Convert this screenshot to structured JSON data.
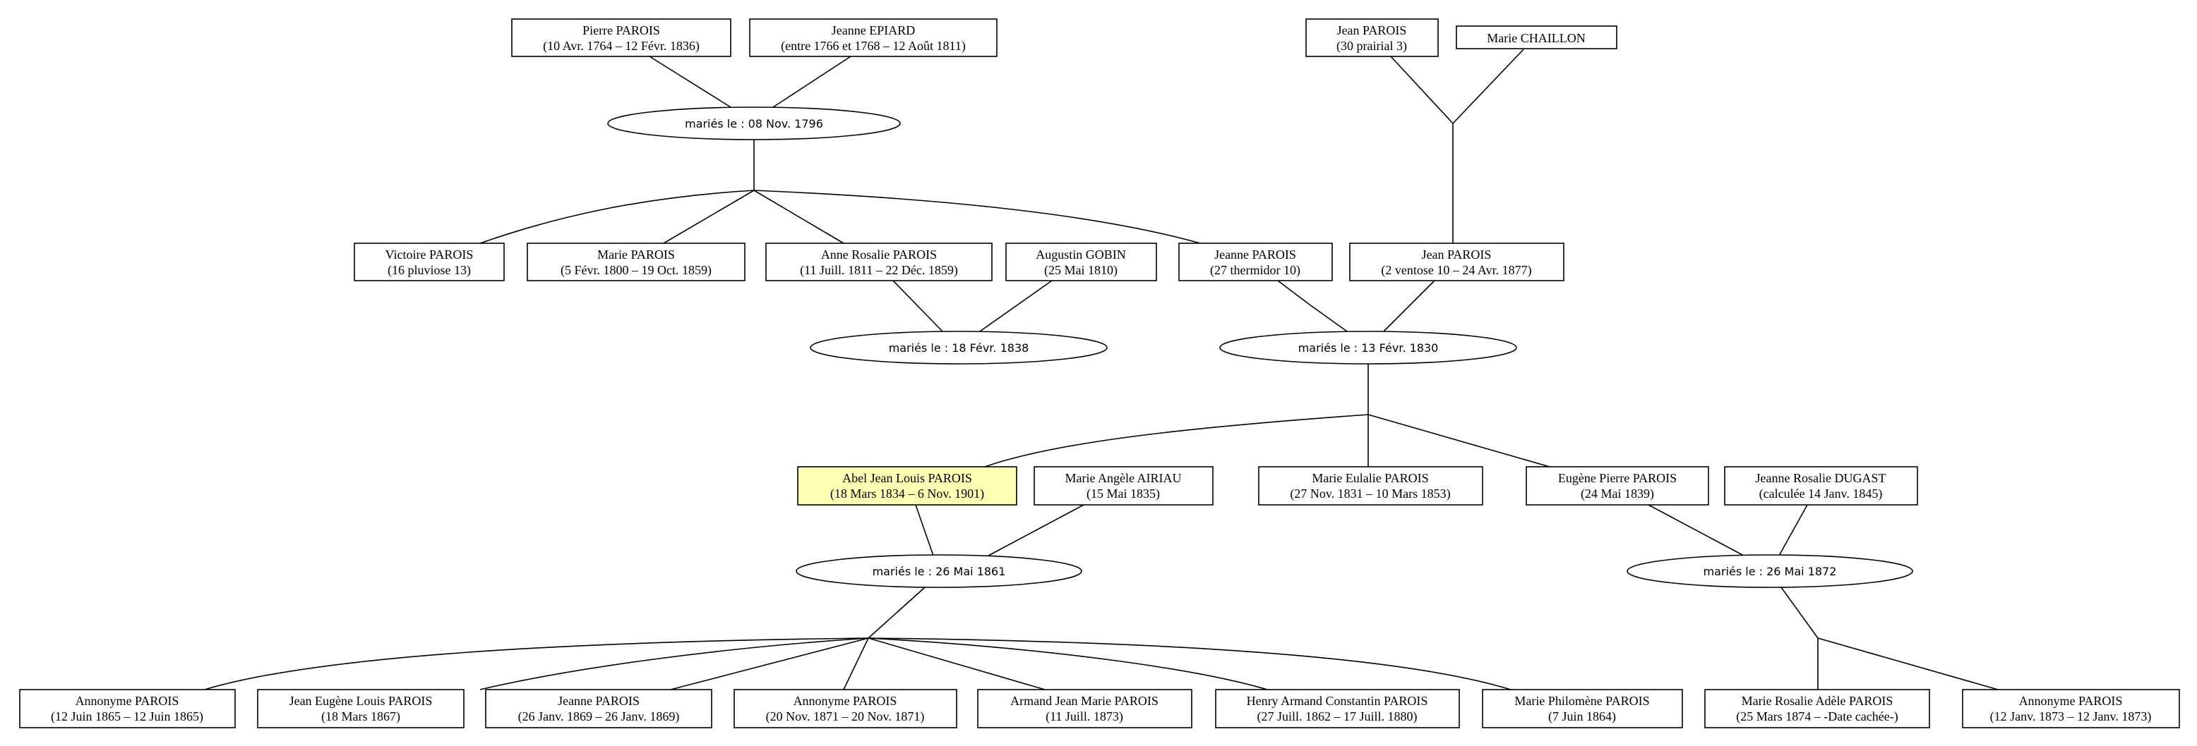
{
  "persons": {
    "pierre": {
      "name": "Pierre PAROIS",
      "dates": "(10 Avr. 1764 – 12 Févr. 1836)"
    },
    "jeanne_epiard": {
      "name": "Jeanne EPIARD",
      "dates": "(entre 1766 et 1768 – 12 Août 1811)"
    },
    "jean_sr": {
      "name": "Jean PAROIS",
      "dates": "(30 prairial 3)"
    },
    "marie_chaillon": {
      "name": "Marie CHAILLON",
      "dates": ""
    },
    "victoire": {
      "name": "Victoire PAROIS",
      "dates": "(16 pluviose 13)"
    },
    "marie_p": {
      "name": "Marie PAROIS",
      "dates": "(5 Févr. 1800 – 19 Oct. 1859)"
    },
    "anne_rosalie": {
      "name": "Anne Rosalie PAROIS",
      "dates": "(11 Juill. 1811 – 22 Déc. 1859)"
    },
    "augustin": {
      "name": "Augustin GOBIN",
      "dates": "(25 Mai 1810)"
    },
    "jeanne_p": {
      "name": "Jeanne PAROIS",
      "dates": "(27 thermidor 10)"
    },
    "jean_jr": {
      "name": "Jean PAROIS",
      "dates": "(2 ventose 10 – 24 Avr. 1877)"
    },
    "abel": {
      "name": "Abel Jean Louis PAROIS",
      "dates": "(18 Mars 1834 – 6 Nov. 1901)"
    },
    "marie_angele": {
      "name": "Marie Angèle AIRIAU",
      "dates": "(15 Mai 1835)"
    },
    "marie_eulalie": {
      "name": "Marie Eulalie PAROIS",
      "dates": "(27 Nov. 1831 – 10 Mars 1853)"
    },
    "eugene": {
      "name": "Eugène Pierre PAROIS",
      "dates": "(24 Mai 1839)"
    },
    "jeanne_rosalie": {
      "name": "Jeanne Rosalie DUGAST",
      "dates": "(calculée 14 Janv. 1845)"
    },
    "annonyme1": {
      "name": "Annonyme PAROIS",
      "dates": "(12 Juin 1865 – 12 Juin 1865)"
    },
    "jean_eugene": {
      "name": "Jean Eugène Louis PAROIS",
      "dates": "(18 Mars 1867)"
    },
    "jeanne_1869": {
      "name": "Jeanne PAROIS",
      "dates": "(26 Janv. 1869 – 26 Janv. 1869)"
    },
    "annonyme2": {
      "name": "Annonyme PAROIS",
      "dates": "(20 Nov. 1871 – 20 Nov. 1871)"
    },
    "armand": {
      "name": "Armand Jean Marie PAROIS",
      "dates": "(11 Juill. 1873)"
    },
    "henry": {
      "name": "Henry Armand Constantin PAROIS",
      "dates": "(27 Juill. 1862 – 17 Juill. 1880)"
    },
    "marie_philomene": {
      "name": "Marie Philomène PAROIS",
      "dates": "(7 Juin 1864)"
    },
    "marie_rosalie": {
      "name": "Marie Rosalie Adèle PAROIS",
      "dates": "(25 Mars 1874 – -Date cachée-)"
    },
    "annonyme3": {
      "name": "Annonyme PAROIS",
      "dates": "(12 Janv. 1873 – 12 Janv. 1873)"
    }
  },
  "unions": {
    "u1796": {
      "label": "mariés le : 08 Nov. 1796"
    },
    "u1838": {
      "label": "mariés le : 18 Févr. 1838"
    },
    "u1830": {
      "label": "mariés le : 13 Févr. 1830"
    },
    "u1861": {
      "label": "mariés le : 26 Mai 1861"
    },
    "u1872": {
      "label": "mariés le : 26 Mai 1872"
    }
  },
  "colors": {
    "highlight": "#ffffb3",
    "box": "#ffffff",
    "line": "#000000"
  },
  "highlighted_person": "abel"
}
